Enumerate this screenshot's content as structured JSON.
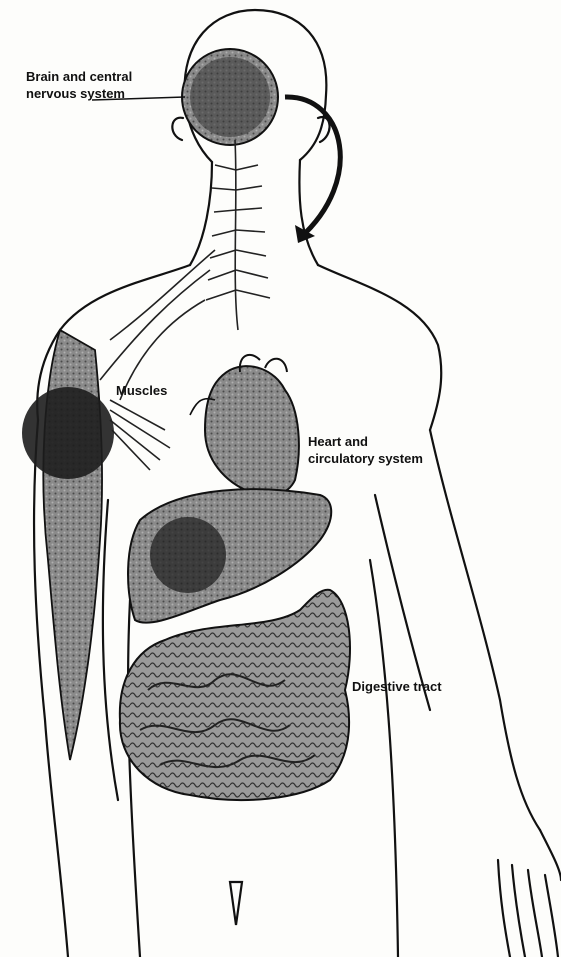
{
  "labels": {
    "brain": {
      "line1": "Brain and central",
      "line2": "nervous system"
    },
    "muscles": "Muscles",
    "heart": {
      "line1": "Heart and",
      "line2": "circulatory system"
    },
    "digestive": "Digestive tract"
  }
}
